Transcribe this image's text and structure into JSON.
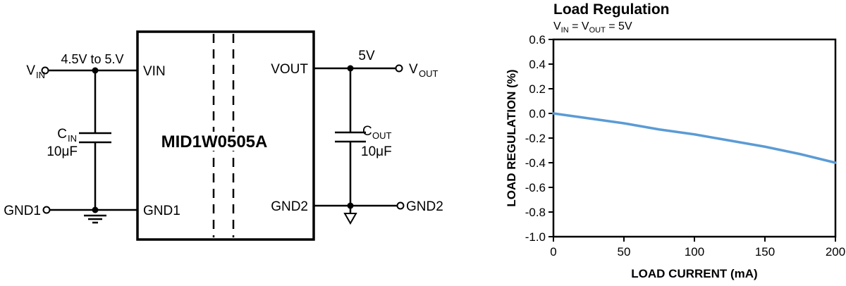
{
  "schematic": {
    "part_number": "MID1W0505A",
    "input_range_label": "4.5V to 5.V",
    "output_voltage_label": "5V",
    "pin_vin": "VIN",
    "pin_vout": "VOUT",
    "pin_gnd1": "GND1",
    "pin_gnd2": "GND2",
    "terminal_vin": {
      "main": "V",
      "sub": "IN"
    },
    "terminal_vout": {
      "main": "V",
      "sub": "OUT"
    },
    "terminal_gnd1": "GND1",
    "terminal_gnd2": "GND2",
    "cap_in": {
      "main": "C",
      "sub": "IN",
      "value": "10μF"
    },
    "cap_out": {
      "main": "C",
      "sub": "OUT",
      "value": "10μF"
    }
  },
  "chart": {
    "subtitle": {
      "p1": "V",
      "s1": "IN",
      "p2": " = V",
      "s2": "OUT",
      "p3": " = 5V"
    }
  },
  "chart_data": {
    "type": "line",
    "title": "Load Regulation",
    "subtitle": "VIN = VOUT = 5V",
    "xlabel": "LOAD CURRENT (mA)",
    "ylabel": "LOAD REGULATION (%)",
    "xlim": [
      0,
      200
    ],
    "ylim": [
      -1.0,
      0.6
    ],
    "x_ticks": [
      0,
      50,
      100,
      150,
      200
    ],
    "y_ticks": [
      0.6,
      0.4,
      0.2,
      0.0,
      -0.2,
      -0.4,
      -0.6,
      -0.8,
      -1.0
    ],
    "x": [
      0,
      25,
      50,
      75,
      100,
      125,
      150,
      175,
      200
    ],
    "series": [
      {
        "name": "Load Regulation",
        "values": [
          0.0,
          -0.04,
          -0.08,
          -0.13,
          -0.17,
          -0.22,
          -0.27,
          -0.33,
          -0.4
        ]
      }
    ],
    "line_color": "#5b9bd5",
    "grid": false,
    "legend": "none"
  }
}
